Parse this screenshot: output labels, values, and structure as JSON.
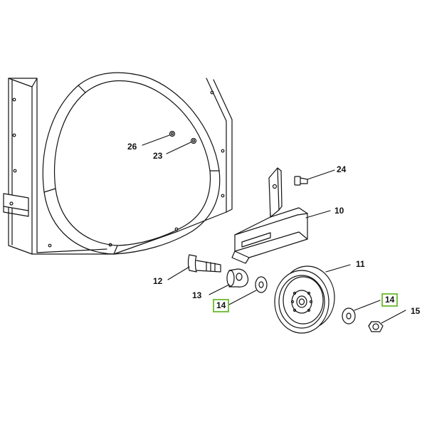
{
  "diagram": {
    "highlight_color": "#7ac143",
    "line_color": "#111111",
    "callouts": {
      "c26": "26",
      "c23": "23",
      "c24": "24",
      "c10": "10",
      "c11": "11",
      "c12": "12",
      "c13": "13",
      "c14a": "14",
      "c14b": "14",
      "c15": "15"
    }
  }
}
